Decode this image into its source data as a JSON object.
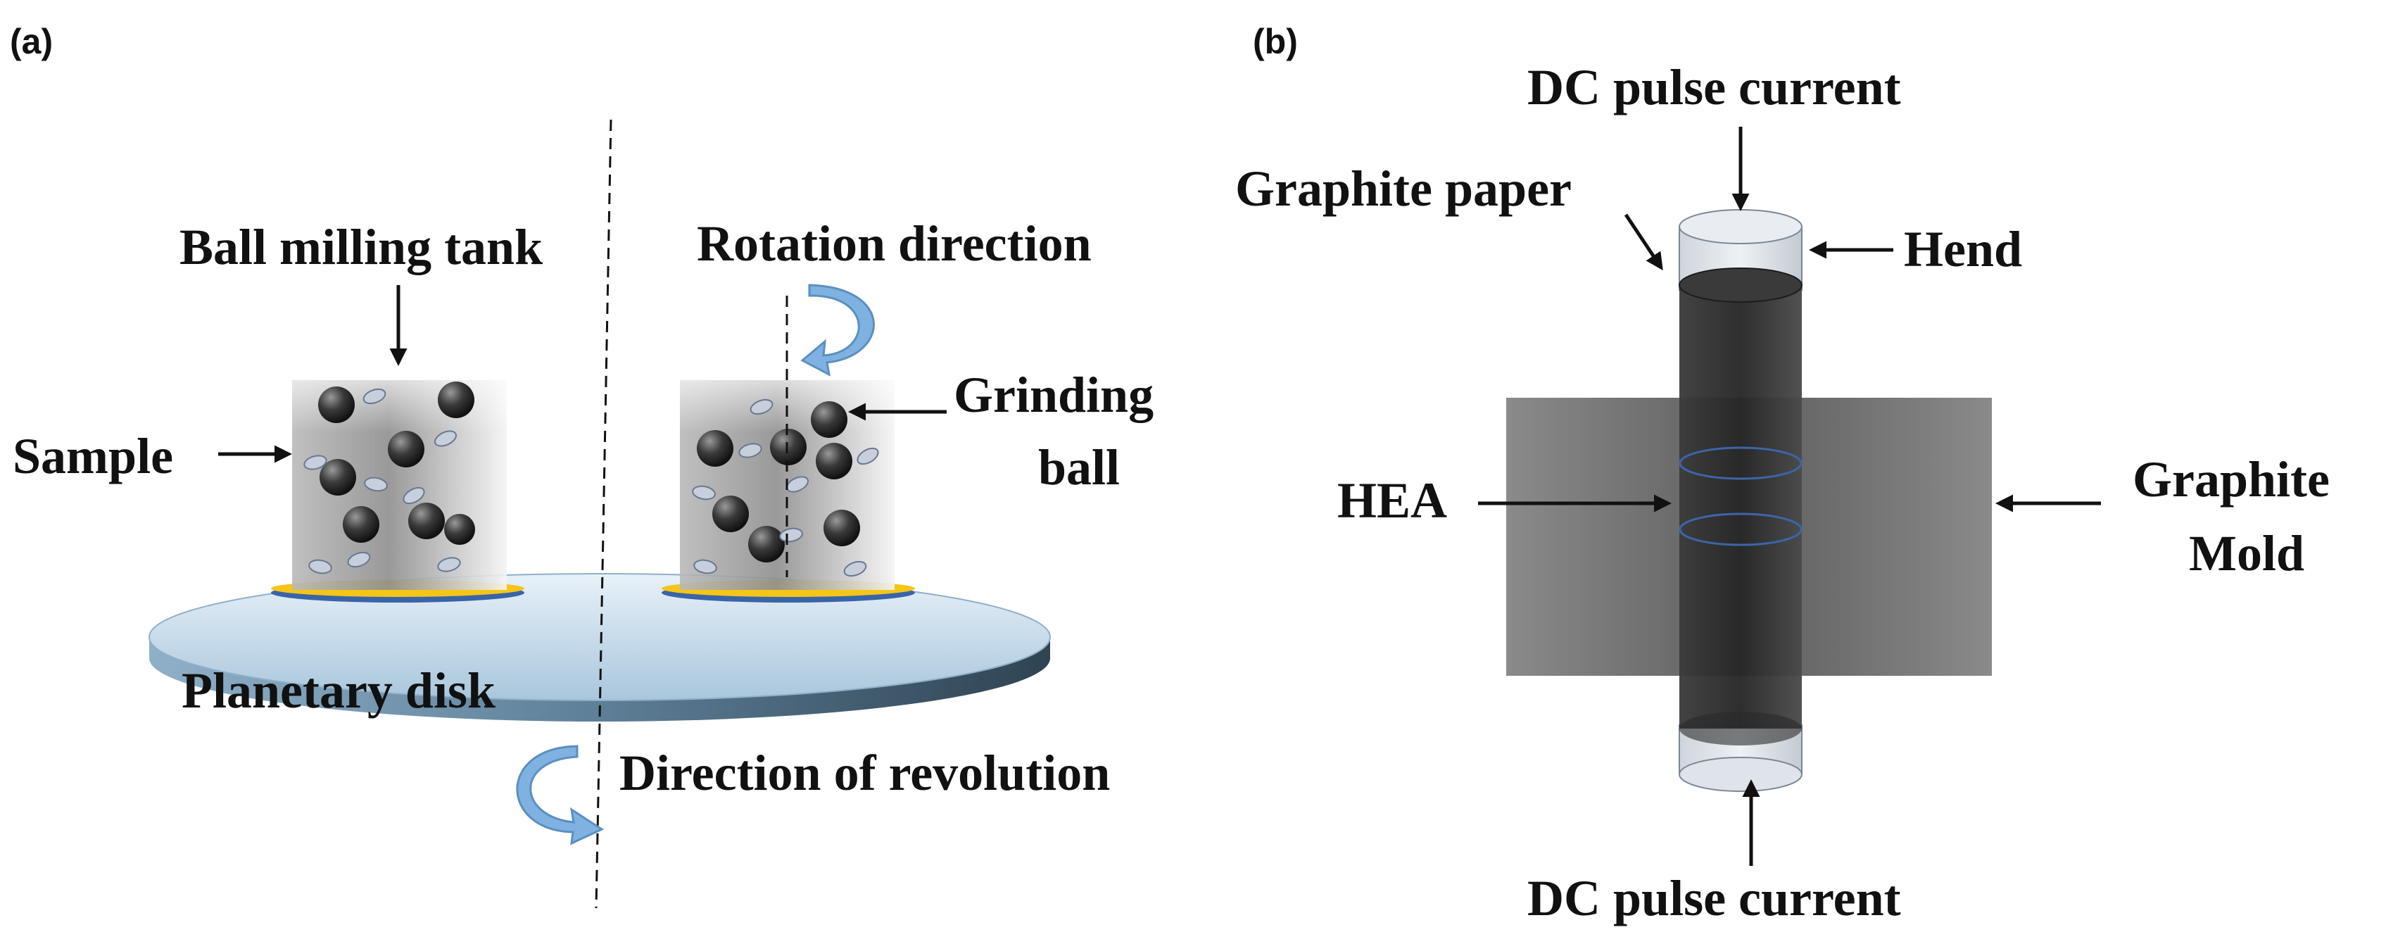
{
  "panels": {
    "a": {
      "tag": "(a)",
      "labels": {
        "ball_milling_tank": "Ball milling tank",
        "rotation_direction": "Rotation direction",
        "grinding_line1": "Grinding",
        "grinding_line2": "ball",
        "sample": "Sample",
        "planetary_disk": "Planetary disk",
        "direction_of_revolution": "Direction of revolution"
      }
    },
    "b": {
      "tag": "(b)",
      "labels": {
        "dc_top": "DC pulse current",
        "graphite_paper": "Graphite paper",
        "hend": "Hend",
        "hea": "HEA",
        "graphite_line1": "Graphite",
        "graphite_line2": "Mold",
        "dc_bottom": "DC pulse current"
      }
    }
  },
  "colors": {
    "disk_top": "#c9dff0",
    "disk_edge": "#6f8fa8",
    "tank_gray": "#9a9a9a",
    "rotation_arrow": "#7fb2e0",
    "platform_gold": "#f5c518",
    "platform_blue": "#3a64a8",
    "mold_gray": "#6e6e6e",
    "sleeve_dark": "#2e2e2e",
    "hend_light": "#d6dde6"
  }
}
